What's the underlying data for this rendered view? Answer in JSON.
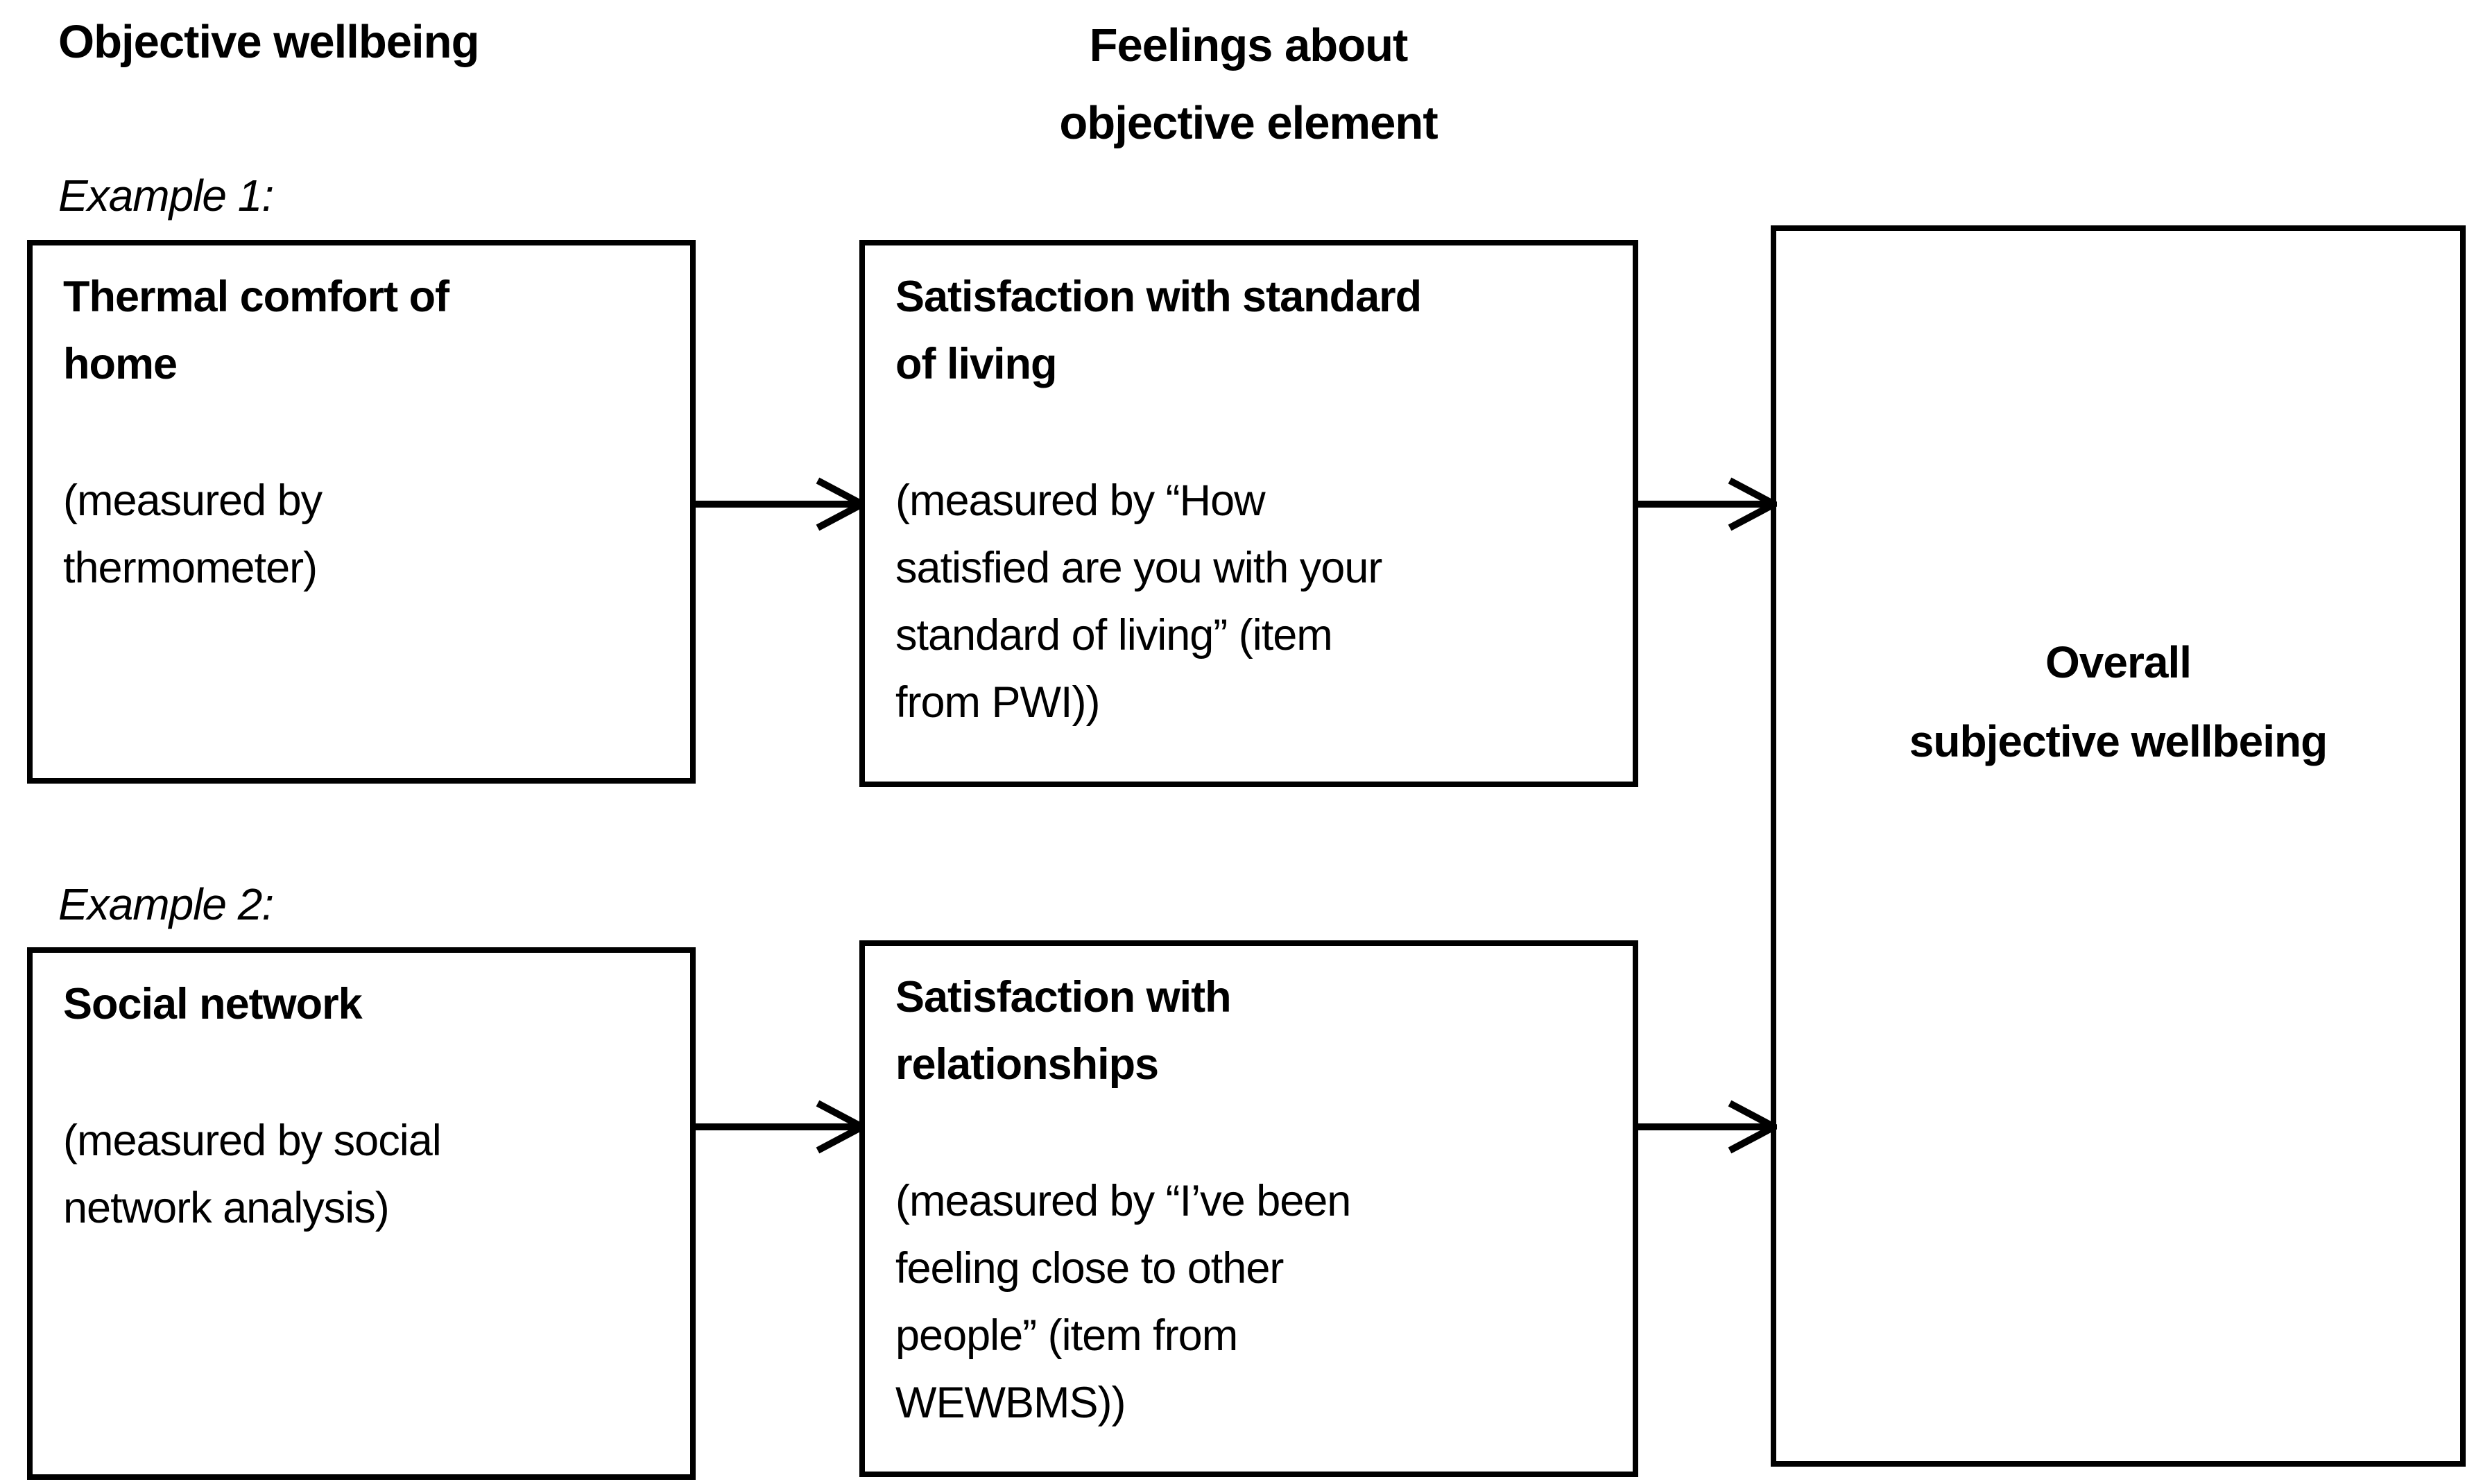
{
  "page": {
    "background_color": "#ffffff",
    "ink_color": "#000000"
  },
  "headers": {
    "col1": "Objective wellbeing",
    "col2": "Feelings about\nobjective element"
  },
  "labels": {
    "example1": "Example 1:",
    "example2": "Example 2:"
  },
  "boxes": {
    "thermal": {
      "title": "Thermal comfort of\nhome",
      "body": "(measured by\nthermometer)"
    },
    "standard": {
      "title": "Satisfaction with standard\nof living",
      "body": "(measured by “How\nsatisfied are you with your\nstandard of living” (item\nfrom PWI))"
    },
    "social": {
      "title": "Social network",
      "body": "(measured by social\nnetwork analysis)"
    },
    "relationships": {
      "title": "Satisfaction with\nrelationships",
      "body": "(measured by “I’ve been\nfeeling close to other\npeople” (item from\nWEWBMS))"
    },
    "overall": {
      "title": "Overall\nsubjective wellbeing"
    }
  }
}
